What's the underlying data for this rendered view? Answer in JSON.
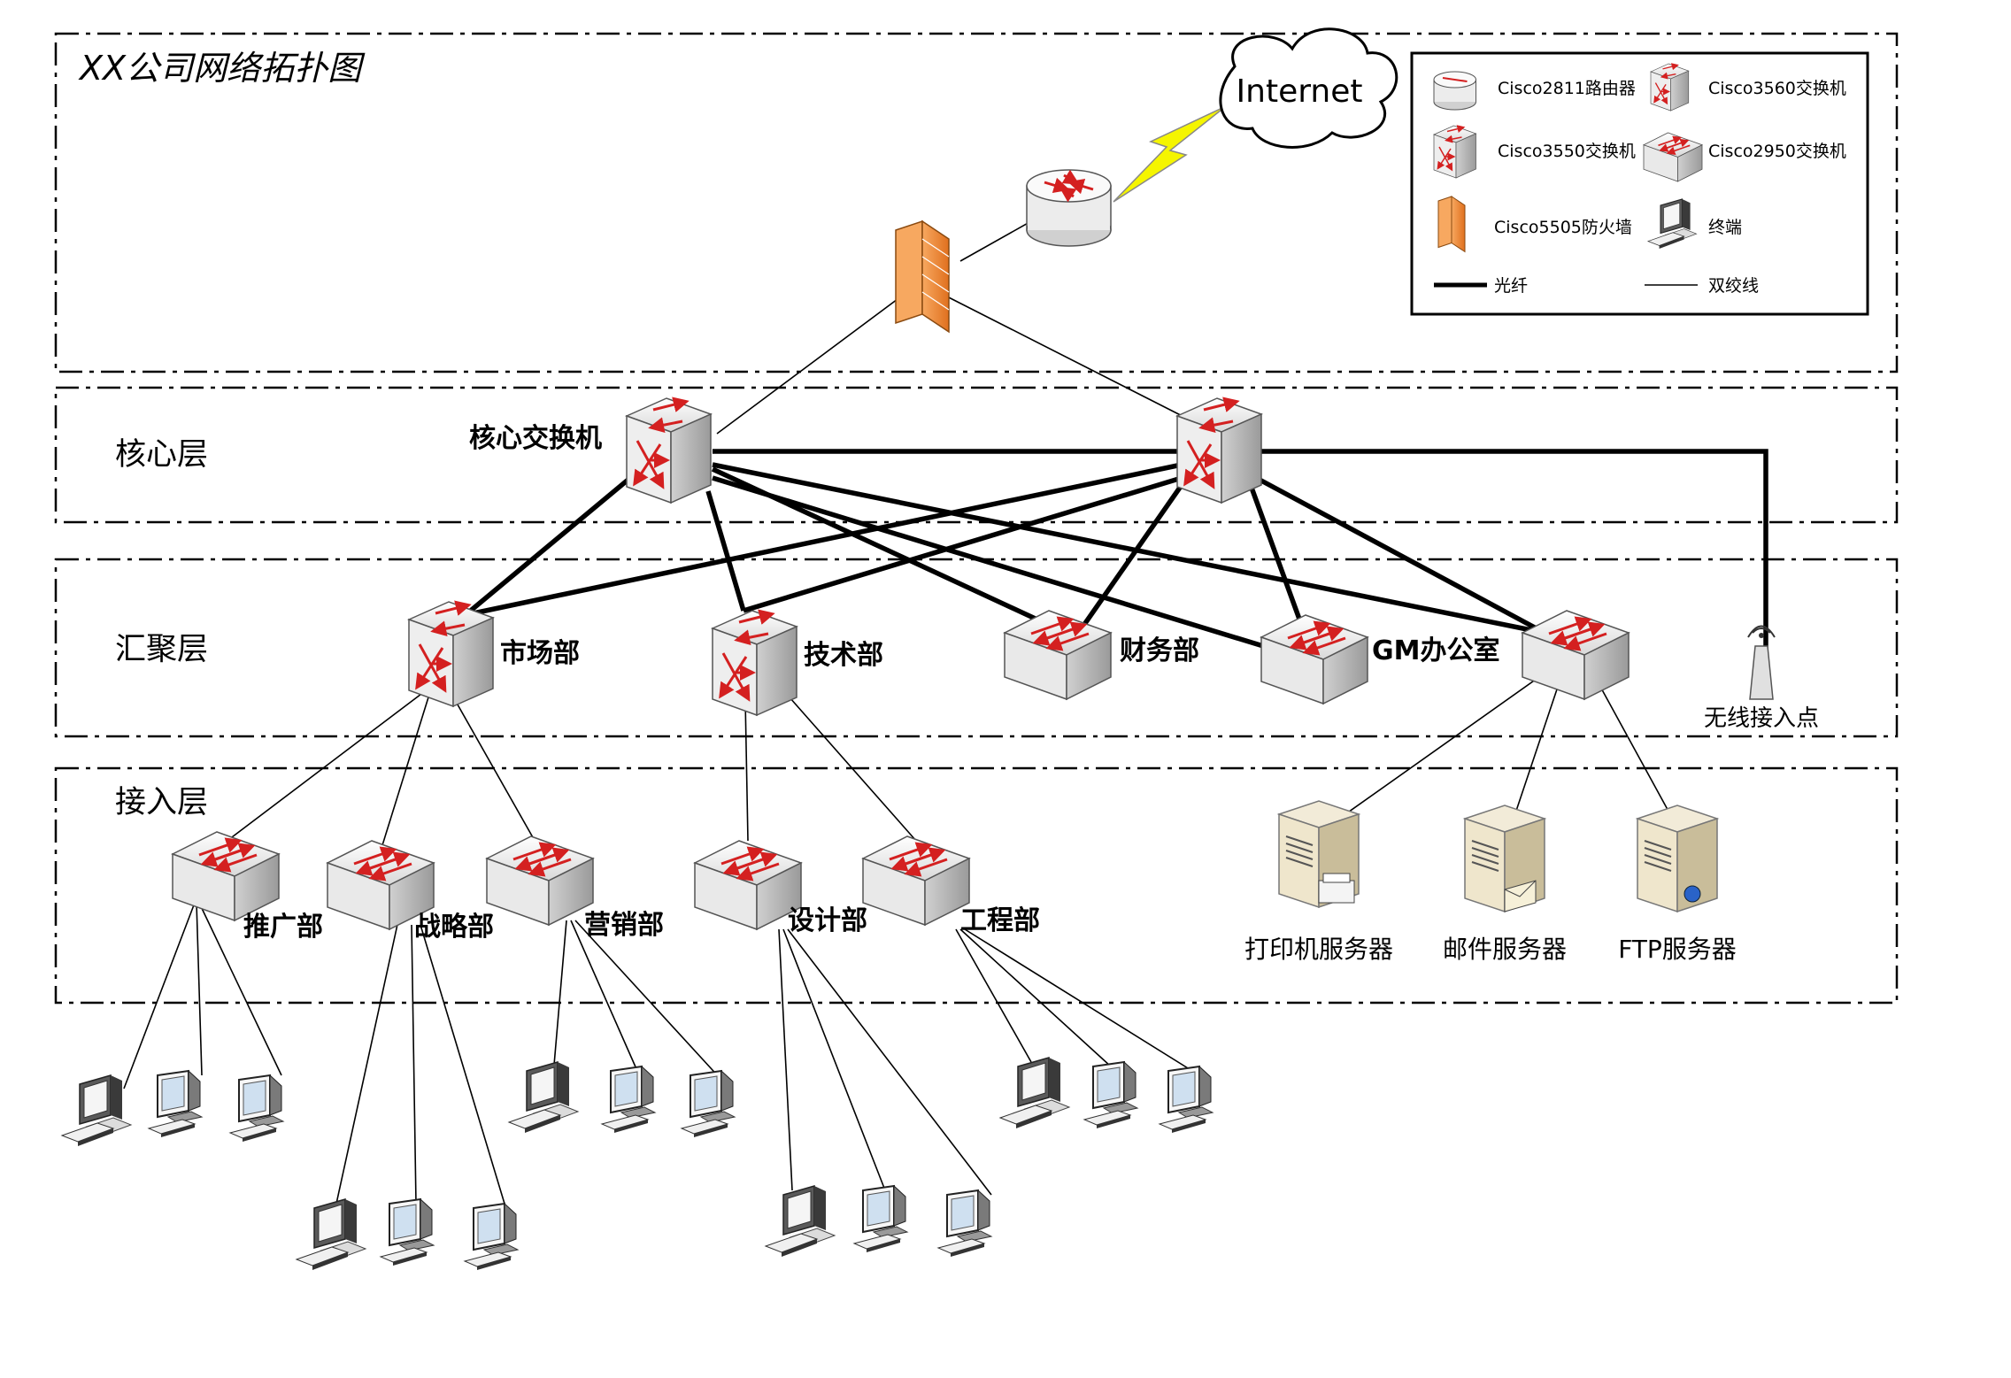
{
  "title": "XX公司网络拓扑图",
  "internet_label": "Internet",
  "layers": {
    "core": "核心层",
    "aggregation": "汇聚层",
    "access": "接入层"
  },
  "devices": {
    "core_switch": "核心交换机",
    "marketing": "市场部",
    "technology": "技术部",
    "finance": "财务部",
    "gm_office": "GM办公室",
    "wireless_ap": "无线接入点",
    "promotion": "推广部",
    "strategy": "战略部",
    "sales": "营销部",
    "design": "设计部",
    "engineering": "工程部"
  },
  "servers": {
    "print": "打印机服务器",
    "mail": "邮件服务器",
    "ftp": "FTP服务器"
  },
  "legend": {
    "router": "Cisco2811路由器",
    "switch3560": "Cisco3560交换机",
    "switch3550": "Cisco3550交换机",
    "switch2950": "Cisco2950交换机",
    "firewall": "Cisco5505防火墙",
    "terminal": "终端",
    "fiber": "光纤",
    "twisted_pair": "双绞线"
  },
  "colors": {
    "arrow_red": "#d42020",
    "firewall": "#f08a3a",
    "lightning": "#f5f500",
    "device_face": "#f2f2f2"
  }
}
